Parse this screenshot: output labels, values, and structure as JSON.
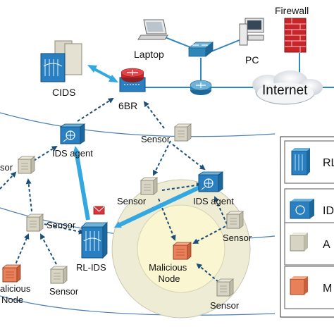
{
  "labels": {
    "firewall": "Firewall",
    "laptop": "Laptop",
    "pc": "PC",
    "internet": "Internet",
    "cids": "CIDS",
    "sixbr": "6BR",
    "ids_agent_left": "IDS agent",
    "ids_agent_right": "IDS agent",
    "rl_ids": "RL-IDS",
    "malicious_node_center": "Malicious\nNode",
    "malicious_node_left": "alicious\nNode",
    "sensor_top": "Sensor",
    "sensor_left_edge": "sor",
    "sensor_mid_left": "Sensor",
    "sensor_center_left": "Sensor",
    "sensor_center_right": "Sensor",
    "sensor_bottom_left": "Sensor",
    "sensor_bottom_right": "Sensor"
  },
  "legend": {
    "items": [
      {
        "icon": "rl-ids-icon",
        "label": "RL"
      },
      {
        "icon": "ids-agent-icon",
        "label": "ID"
      },
      {
        "icon": "sensor-icon",
        "label": "A"
      },
      {
        "icon": "malicious-node-icon",
        "label": "M"
      }
    ]
  },
  "colors": {
    "ring_line": "#4a7fb5",
    "dashed_arrow": "#1b4f7a",
    "thick_arrow": "#33a8e0",
    "cids_arrow": "#33a8e0",
    "sensor": "#d8d4c4",
    "malicious": "#e8805a",
    "ids_device": "#2a7fc0",
    "firewall_red": "#c8252b",
    "network_blue": "#2f86b8",
    "halo": "#f3f0d4"
  }
}
